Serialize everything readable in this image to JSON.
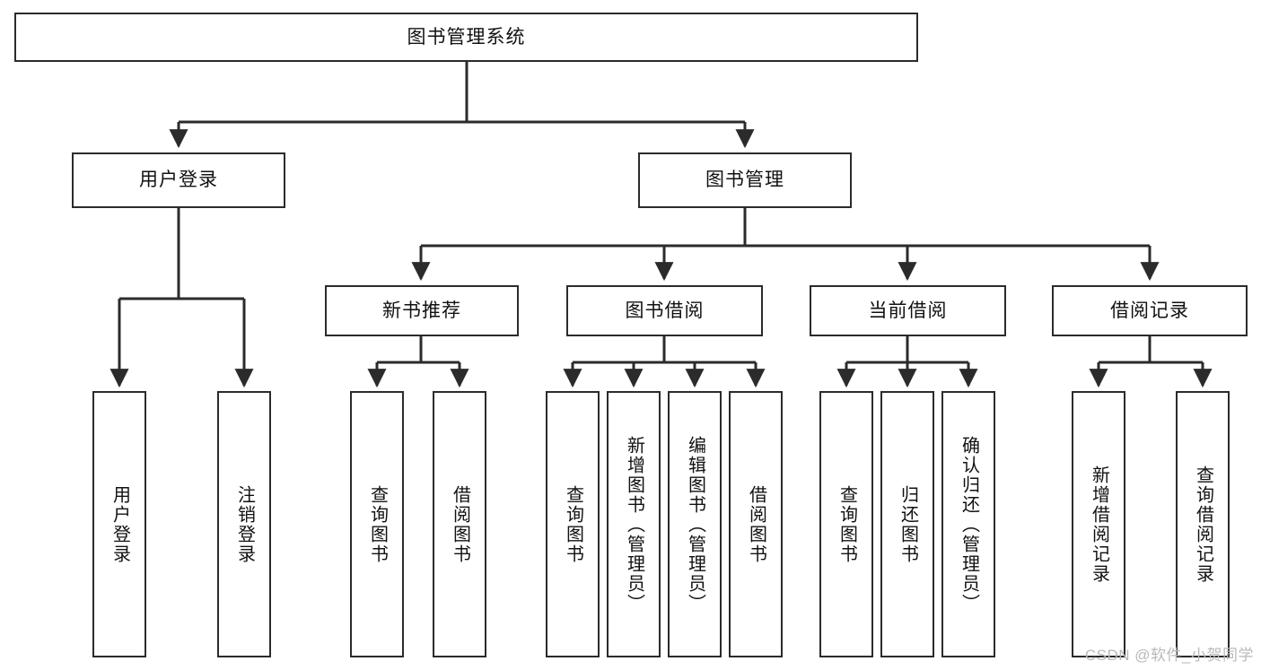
{
  "diagram": {
    "title": "图书管理系统",
    "watermark": "CSDN @软件_小贺同学",
    "line_color": "#2b2b2b",
    "box_fill": "#ffffff",
    "text_color": "#111111",
    "nodes": {
      "root": "图书管理系统",
      "level2": {
        "user_login": "用户登录",
        "book_manage": "图书管理"
      },
      "level3": {
        "new_book_recommend": "新书推荐",
        "book_borrow": "图书借阅",
        "current_borrow": "当前借阅",
        "borrow_record": "借阅记录"
      },
      "leaves": {
        "user_login_1": "用户登录",
        "user_login_2": "注销登录",
        "recommend_1": "查询图书",
        "recommend_2": "借阅图书",
        "borrow_1": "查询图书",
        "borrow_2": "新增图书（管理员）",
        "borrow_3": "编辑图书（管理员）",
        "borrow_4": "借阅图书",
        "current_1": "查询图书",
        "current_2": "归还图书",
        "current_3": "确认归还（管理员）",
        "record_1": "新增借阅记录",
        "record_2": "查询借阅记录"
      }
    }
  }
}
